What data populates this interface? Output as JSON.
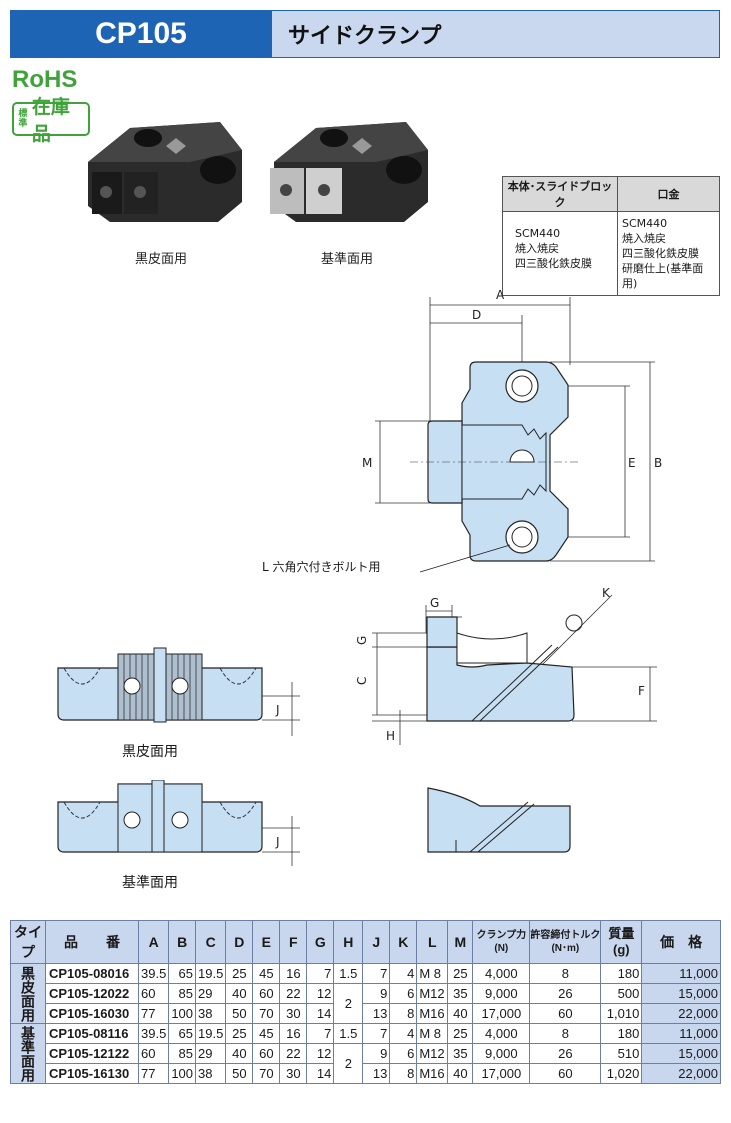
{
  "header": {
    "model": "CP105",
    "title": "サイドクランプ"
  },
  "badges": {
    "rohs": "RoHS",
    "stock_small": "標準",
    "stock_big": "在庫品"
  },
  "photos": {
    "left_caption": "黒皮面用",
    "right_caption": "基準面用"
  },
  "material": {
    "col1_header": "本体･スライドブロック",
    "col2_header": "口金",
    "col1_lines": [
      "SCM440",
      "焼入焼戻",
      "四三酸化鉄皮膜"
    ],
    "col2_lines": [
      "SCM440",
      "焼入焼戻",
      "四三酸化鉄皮膜",
      "研磨仕上(基準面用)"
    ]
  },
  "drawing": {
    "dims": {
      "A": "A",
      "B": "B",
      "C": "C",
      "D": "D",
      "E": "E",
      "F": "F",
      "G": "G",
      "H": "H",
      "J": "J",
      "K": "K",
      "M": "M"
    },
    "bolt_label": "L 六角穴付きボルト用",
    "view1_caption": "黒皮面用",
    "view2_caption": "基準面用"
  },
  "colors": {
    "header_blue": "#1e64b4",
    "header_light": "#c9d8ee",
    "part_fill": "#c6dff2",
    "rohs_green": "#3fa33a",
    "table_header": "#c8d7ee"
  },
  "spec": {
    "headers": [
      "タイプ",
      "品　　番",
      "A",
      "B",
      "C",
      "D",
      "E",
      "F",
      "G",
      "H",
      "J",
      "K",
      "L",
      "M",
      "クランプ力",
      "許容締付トルク",
      "質量",
      "価　格"
    ],
    "header_sub": {
      "clamp_unit": "(N)",
      "torque_unit": "(N･m)",
      "mass_unit": "(g)"
    },
    "groups": [
      {
        "type": "黒皮面用",
        "rows": [
          {
            "code": "CP105-08016",
            "A": "39.5",
            "B": "65",
            "C": "19.5",
            "D": "25",
            "E": "45",
            "F": "16",
            "G": "7",
            "H": "1.5",
            "J": "7",
            "K": "4",
            "L": "M 8",
            "M": "25",
            "clamp": "4,000",
            "torque": "8",
            "mass": "180",
            "price": "11,000"
          },
          {
            "code": "CP105-12022",
            "A": "60",
            "B": "85",
            "C": "29",
            "D": "40",
            "E": "60",
            "F": "22",
            "G": "12",
            "H": "2",
            "J": "9",
            "K": "6",
            "L": "M12",
            "M": "35",
            "clamp": "9,000",
            "torque": "26",
            "mass": "500",
            "price": "15,000"
          },
          {
            "code": "CP105-16030",
            "A": "77",
            "B": "100",
            "C": "38",
            "D": "50",
            "E": "70",
            "F": "30",
            "G": "14",
            "H": "",
            "J": "13",
            "K": "8",
            "L": "M16",
            "M": "40",
            "clamp": "17,000",
            "torque": "60",
            "mass": "1,010",
            "price": "22,000"
          }
        ]
      },
      {
        "type": "基準面用",
        "rows": [
          {
            "code": "CP105-08116",
            "A": "39.5",
            "B": "65",
            "C": "19.5",
            "D": "25",
            "E": "45",
            "F": "16",
            "G": "7",
            "H": "1.5",
            "J": "7",
            "K": "4",
            "L": "M 8",
            "M": "25",
            "clamp": "4,000",
            "torque": "8",
            "mass": "180",
            "price": "11,000"
          },
          {
            "code": "CP105-12122",
            "A": "60",
            "B": "85",
            "C": "29",
            "D": "40",
            "E": "60",
            "F": "22",
            "G": "12",
            "H": "2",
            "J": "9",
            "K": "6",
            "L": "M12",
            "M": "35",
            "clamp": "9,000",
            "torque": "26",
            "mass": "510",
            "price": "15,000"
          },
          {
            "code": "CP105-16130",
            "A": "77",
            "B": "100",
            "C": "38",
            "D": "50",
            "E": "70",
            "F": "30",
            "G": "14",
            "H": "",
            "J": "13",
            "K": "8",
            "L": "M16",
            "M": "40",
            "clamp": "17,000",
            "torque": "60",
            "mass": "1,020",
            "price": "22,000"
          }
        ]
      }
    ]
  }
}
